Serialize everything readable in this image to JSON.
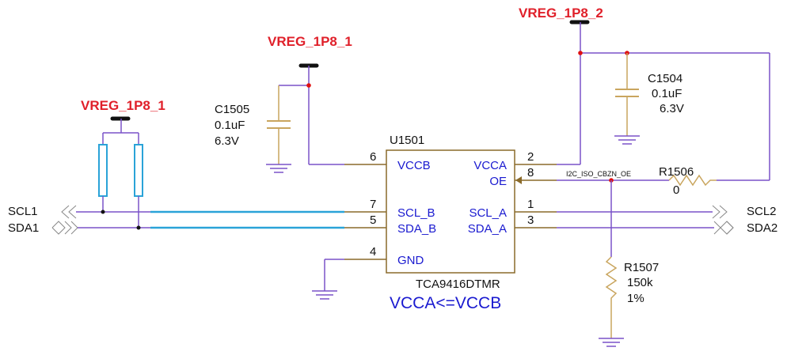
{
  "colors": {
    "wire": "#7a52c8",
    "wire_blue": "#2aa3d8",
    "pin": "#8a6a2a",
    "comp": "#c9a55e",
    "resistor_blue": "#2aa3d8",
    "junction": "#e01010",
    "power_label": "#e0202a",
    "pin_name": "#1a1ad0",
    "text": "#111111"
  },
  "power": {
    "vreg_left": "VREG_1P8_1",
    "vreg_mid": "VREG_1P8_1",
    "vreg_right": "VREG_1P8_2"
  },
  "ic": {
    "refdes": "U1501",
    "part": "TCA9416DTMR",
    "note": "VCCA<=VCCB",
    "pins": {
      "vccb": {
        "name": "VCCB",
        "num": "6"
      },
      "vcca": {
        "name": "VCCA",
        "num": "2"
      },
      "oe": {
        "name": "OE",
        "num": "8"
      },
      "scl_b": {
        "name": "SCL_B",
        "num": "7"
      },
      "sda_b": {
        "name": "SDA_B",
        "num": "5"
      },
      "scl_a": {
        "name": "SCL_A",
        "num": "1"
      },
      "sda_a": {
        "name": "SDA_A",
        "num": "3"
      },
      "gnd": {
        "name": "GND",
        "num": "4"
      }
    }
  },
  "components": {
    "c1505": {
      "ref": "C1505",
      "value": "0.1uF",
      "voltage": "6.3V"
    },
    "c1504": {
      "ref": "C1504",
      "value": "0.1uF",
      "voltage": "6.3V"
    },
    "r1506": {
      "ref": "R1506",
      "value": "0"
    },
    "r1507": {
      "ref": "R1507",
      "value": "150k",
      "tolerance": "1%"
    }
  },
  "nets": {
    "scl1": "SCL1",
    "sda1": "SDA1",
    "scl2": "SCL2",
    "sda2": "SDA2",
    "oe_net": "I2C_ISO_CBZN_OE"
  }
}
